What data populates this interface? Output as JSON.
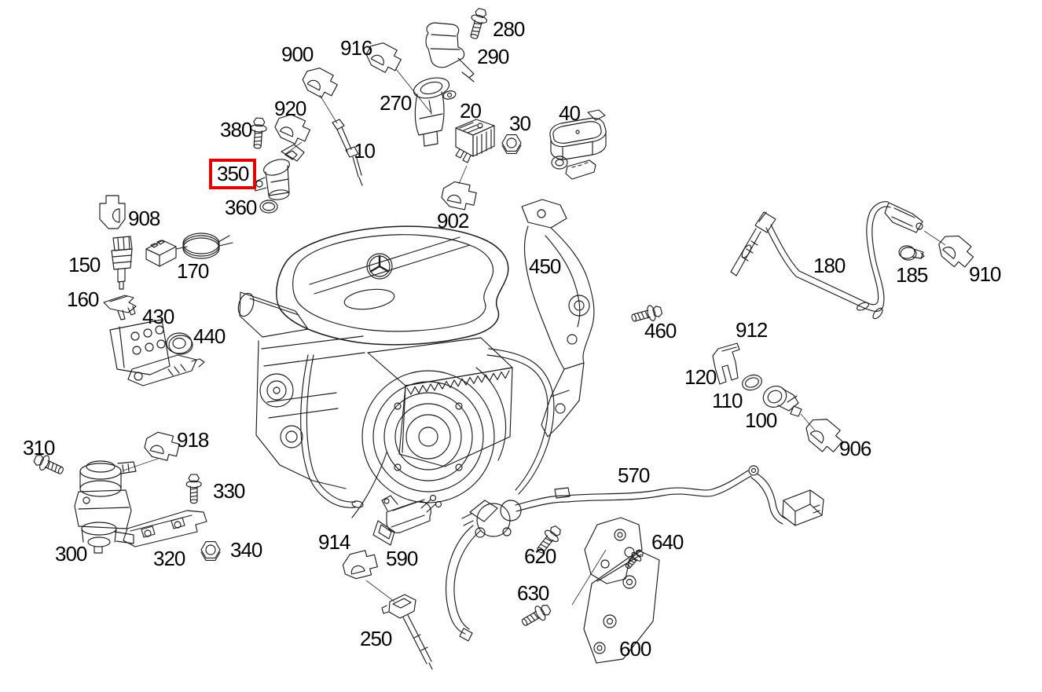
{
  "diagram": {
    "kind": "engine-parts-exploded-diagram",
    "background_color": "#ffffff",
    "line_color": "#1c1c1c",
    "selection": {
      "selected_part": "350",
      "highlight_color": "#e10000"
    },
    "logo_icon": "mercedes-star-icon"
  },
  "parts": {
    "p10": {
      "label": "10"
    },
    "p20": {
      "label": "20"
    },
    "p30": {
      "label": "30"
    },
    "p40": {
      "label": "40"
    },
    "p100": {
      "label": "100"
    },
    "p110": {
      "label": "110"
    },
    "p120": {
      "label": "120"
    },
    "p150": {
      "label": "150"
    },
    "p160": {
      "label": "160"
    },
    "p170": {
      "label": "170"
    },
    "p180": {
      "label": "180"
    },
    "p185": {
      "label": "185"
    },
    "p250": {
      "label": "250"
    },
    "p270": {
      "label": "270"
    },
    "p280": {
      "label": "280"
    },
    "p290": {
      "label": "290"
    },
    "p300": {
      "label": "300"
    },
    "p310": {
      "label": "310"
    },
    "p320": {
      "label": "320"
    },
    "p330": {
      "label": "330"
    },
    "p340": {
      "label": "340"
    },
    "p350": {
      "label": "350"
    },
    "p360": {
      "label": "360"
    },
    "p380": {
      "label": "380"
    },
    "p430": {
      "label": "430"
    },
    "p440": {
      "label": "440"
    },
    "p450": {
      "label": "450"
    },
    "p460": {
      "label": "460"
    },
    "p570": {
      "label": "570"
    },
    "p590": {
      "label": "590"
    },
    "p600": {
      "label": "600"
    },
    "p620": {
      "label": "620"
    },
    "p630": {
      "label": "630"
    },
    "p640": {
      "label": "640"
    },
    "p900": {
      "label": "900"
    },
    "p902": {
      "label": "902"
    },
    "p906": {
      "label": "906"
    },
    "p908": {
      "label": "908"
    },
    "p910": {
      "label": "910"
    },
    "p912": {
      "label": "912"
    },
    "p914": {
      "label": "914"
    },
    "p916": {
      "label": "916"
    },
    "p918": {
      "label": "918"
    },
    "p920": {
      "label": "920"
    }
  }
}
